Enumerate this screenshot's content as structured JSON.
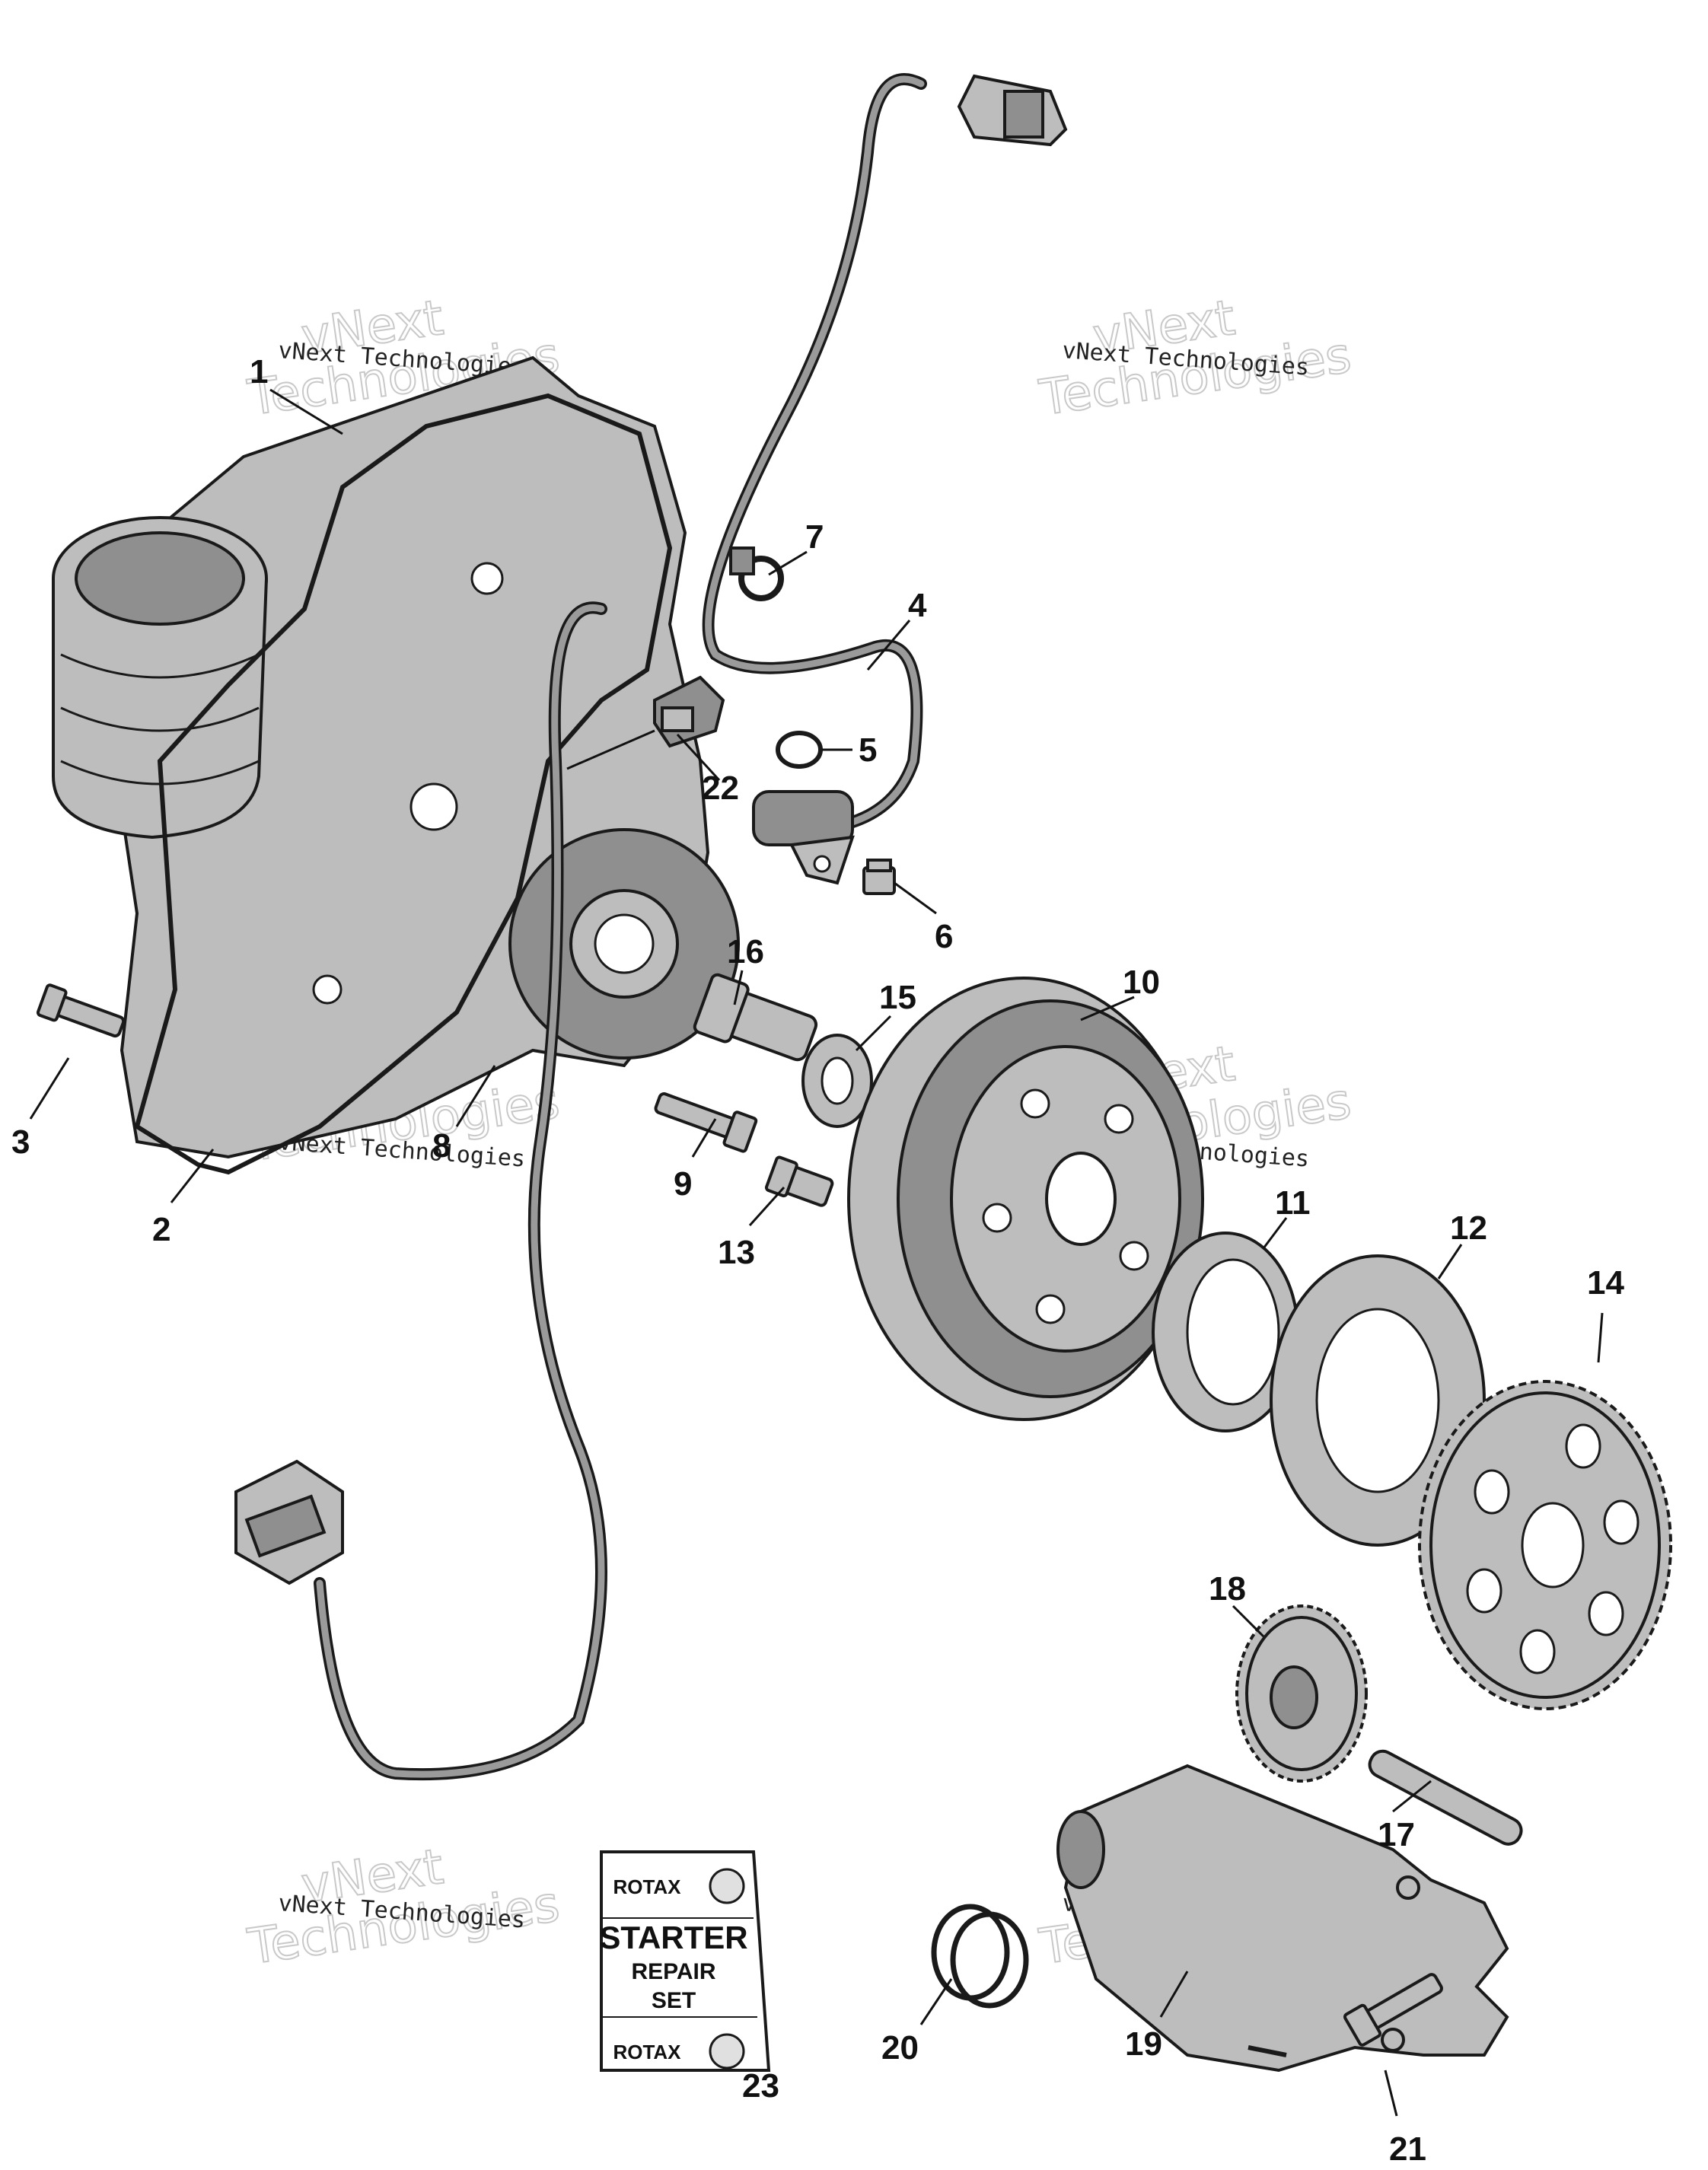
{
  "callouts": [
    "1",
    "2",
    "3",
    "4",
    "5",
    "6",
    "7",
    "8",
    "9",
    "10",
    "11",
    "12",
    "13",
    "14",
    "15",
    "16",
    "17",
    "18",
    "19",
    "20",
    "21",
    "22",
    "23"
  ],
  "watermark": {
    "line_small": "vNext Technologies",
    "line_big_1": "vNext",
    "line_big_2": "Technologies"
  },
  "kit_card": {
    "brand_top": "ROTAX",
    "title": "STARTER",
    "line2": "REPAIR",
    "line3": "SET",
    "brand_bottom": "ROTAX"
  },
  "colors": {
    "part_fill": "#bdbdbd",
    "outline": "#1a1a1a",
    "background": "#ffffff"
  }
}
